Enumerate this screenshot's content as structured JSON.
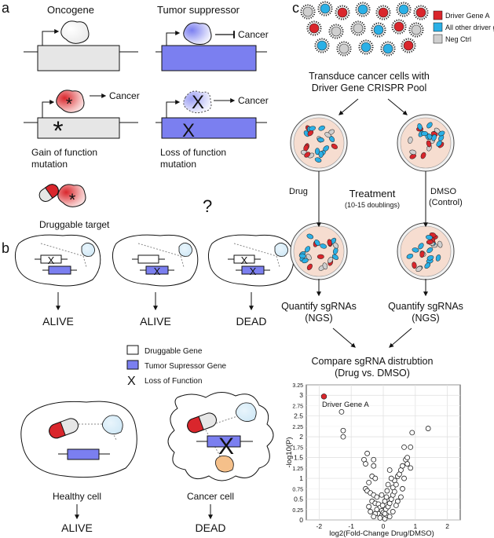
{
  "panel_a": {
    "letter": "a",
    "oncogene_title": "Oncogene",
    "tumor_suppressor_title": "Tumor suppressor",
    "cancer_label_1": "Cancer",
    "cancer_label_2": "Cancer",
    "cancer_label_3": "Cancer",
    "gain_of_function_line1": "Gain of function",
    "gain_of_function_line2": "mutation",
    "loss_of_function_line1": "Loss of function",
    "loss_of_function_line2": "mutation",
    "druggable_target": "Druggable target",
    "question": "?"
  },
  "panel_b": {
    "letter": "b",
    "outcomes": [
      "ALIVE",
      "ALIVE",
      "DEAD"
    ],
    "legend": {
      "druggable_gene": "Druggable Gene",
      "tumor_suppressor_gene": "Tumor Supressor Gene",
      "loss_of_function": "Loss of Function",
      "x_mark": "X"
    },
    "healthy_cell": "Healthy cell",
    "cancer_cell": "Cancer cell",
    "healthy_outcome": "ALIVE",
    "cancer_outcome": "DEAD"
  },
  "panel_c": {
    "letter": "c",
    "legend": [
      "Driver Gene A",
      "All other driver genes",
      "Neg Ctrl"
    ],
    "transduce_line1": "Transduce cancer cells with",
    "transduce_line2": "Driver Gene CRISPR Pool",
    "drug_label": "Drug",
    "treatment": "Treatment",
    "treatment_sub": "(10-15 doublings)",
    "dmso_line1": "DMSO",
    "dmso_line2": "(Control)",
    "quantify_left_1": "Quantify sgRNAs",
    "quantify_left_2": "(NGS)",
    "quantify_right_1": "Quantify sgRNAs",
    "quantify_right_2": "(NGS)",
    "compare_line1": "Compare sgRNA distrubtion",
    "compare_line2": "(Drug vs. DMSO)"
  },
  "colors": {
    "red": "#d9262c",
    "blue": "#2bb0e6",
    "grey": "#cfcfcf",
    "purple": "#7b7ff0",
    "dish": "#f6ddd0",
    "orange": "#f5c08a"
  },
  "chart_data": {
    "type": "scatter",
    "xlabel": "log2(Fold-Change Drug/DMSO)",
    "ylabel": "-log10(P)",
    "xlim": [
      -2.4,
      2.4
    ],
    "ylim": [
      0,
      3.25
    ],
    "xticks": [
      "-2",
      "-1",
      "0",
      "1",
      "2"
    ],
    "yticks": [
      "0",
      "0.5",
      "1",
      "1.5",
      "2",
      "2.5",
      "3"
    ],
    "yticks_minor": [
      "0.25",
      "0.75",
      "1.25",
      "1.75",
      "2.25",
      "2.75",
      "3.25"
    ],
    "grid": true,
    "highlight": {
      "name": "Driver Gene A",
      "x": -1.85,
      "y": 2.97
    },
    "points": [
      [
        -1.3,
        2.6
      ],
      [
        -1.25,
        2.15
      ],
      [
        -1.25,
        2.0
      ],
      [
        -0.5,
        1.6
      ],
      [
        -0.6,
        1.45
      ],
      [
        -0.55,
        1.35
      ],
      [
        -0.3,
        1.45
      ],
      [
        -0.3,
        1.3
      ],
      [
        -0.35,
        1.05
      ],
      [
        -0.25,
        1.0
      ],
      [
        -0.45,
        0.9
      ],
      [
        -0.55,
        0.75
      ],
      [
        -0.5,
        0.7
      ],
      [
        -0.4,
        0.65
      ],
      [
        -0.3,
        0.6
      ],
      [
        -0.2,
        0.55
      ],
      [
        -0.35,
        0.45
      ],
      [
        -0.25,
        0.4
      ],
      [
        -0.15,
        0.38
      ],
      [
        -0.1,
        0.3
      ],
      [
        -0.2,
        0.25
      ],
      [
        -0.05,
        0.22
      ],
      [
        -0.15,
        0.15
      ],
      [
        -0.05,
        0.1
      ],
      [
        0.02,
        0.08
      ],
      [
        -0.1,
        0.05
      ],
      [
        0.05,
        0.03
      ],
      [
        0.1,
        0.12
      ],
      [
        0.0,
        0.18
      ],
      [
        0.08,
        0.26
      ],
      [
        0.15,
        0.32
      ],
      [
        0.2,
        0.4
      ],
      [
        0.25,
        0.5
      ],
      [
        0.3,
        0.6
      ],
      [
        0.35,
        0.68
      ],
      [
        0.3,
        0.78
      ],
      [
        0.4,
        0.85
      ],
      [
        0.35,
        0.95
      ],
      [
        0.45,
        1.05
      ],
      [
        0.5,
        1.1
      ],
      [
        0.55,
        1.2
      ],
      [
        0.6,
        1.3
      ],
      [
        0.7,
        1.45
      ],
      [
        0.75,
        1.5
      ],
      [
        0.75,
        1.35
      ],
      [
        0.85,
        1.25
      ],
      [
        0.65,
        1.75
      ],
      [
        0.85,
        1.75
      ],
      [
        0.9,
        2.1
      ],
      [
        1.4,
        2.2
      ],
      [
        0.25,
        1.0
      ],
      [
        0.2,
        1.2
      ],
      [
        0.15,
        0.85
      ],
      [
        -0.05,
        0.6
      ],
      [
        0.1,
        0.55
      ],
      [
        0.05,
        0.45
      ],
      [
        -0.02,
        0.35
      ],
      [
        0.12,
        0.7
      ],
      [
        0.45,
        0.45
      ],
      [
        0.55,
        0.55
      ],
      [
        -0.4,
        0.2
      ],
      [
        -0.45,
        0.32
      ],
      [
        0.3,
        0.2
      ],
      [
        0.4,
        0.35
      ],
      [
        0.05,
        0.15
      ],
      [
        -0.25,
        0.15
      ],
      [
        0.2,
        0.08
      ],
      [
        -0.3,
        0.08
      ],
      [
        0.6,
        0.75
      ],
      [
        0.65,
        1.0
      ]
    ]
  }
}
